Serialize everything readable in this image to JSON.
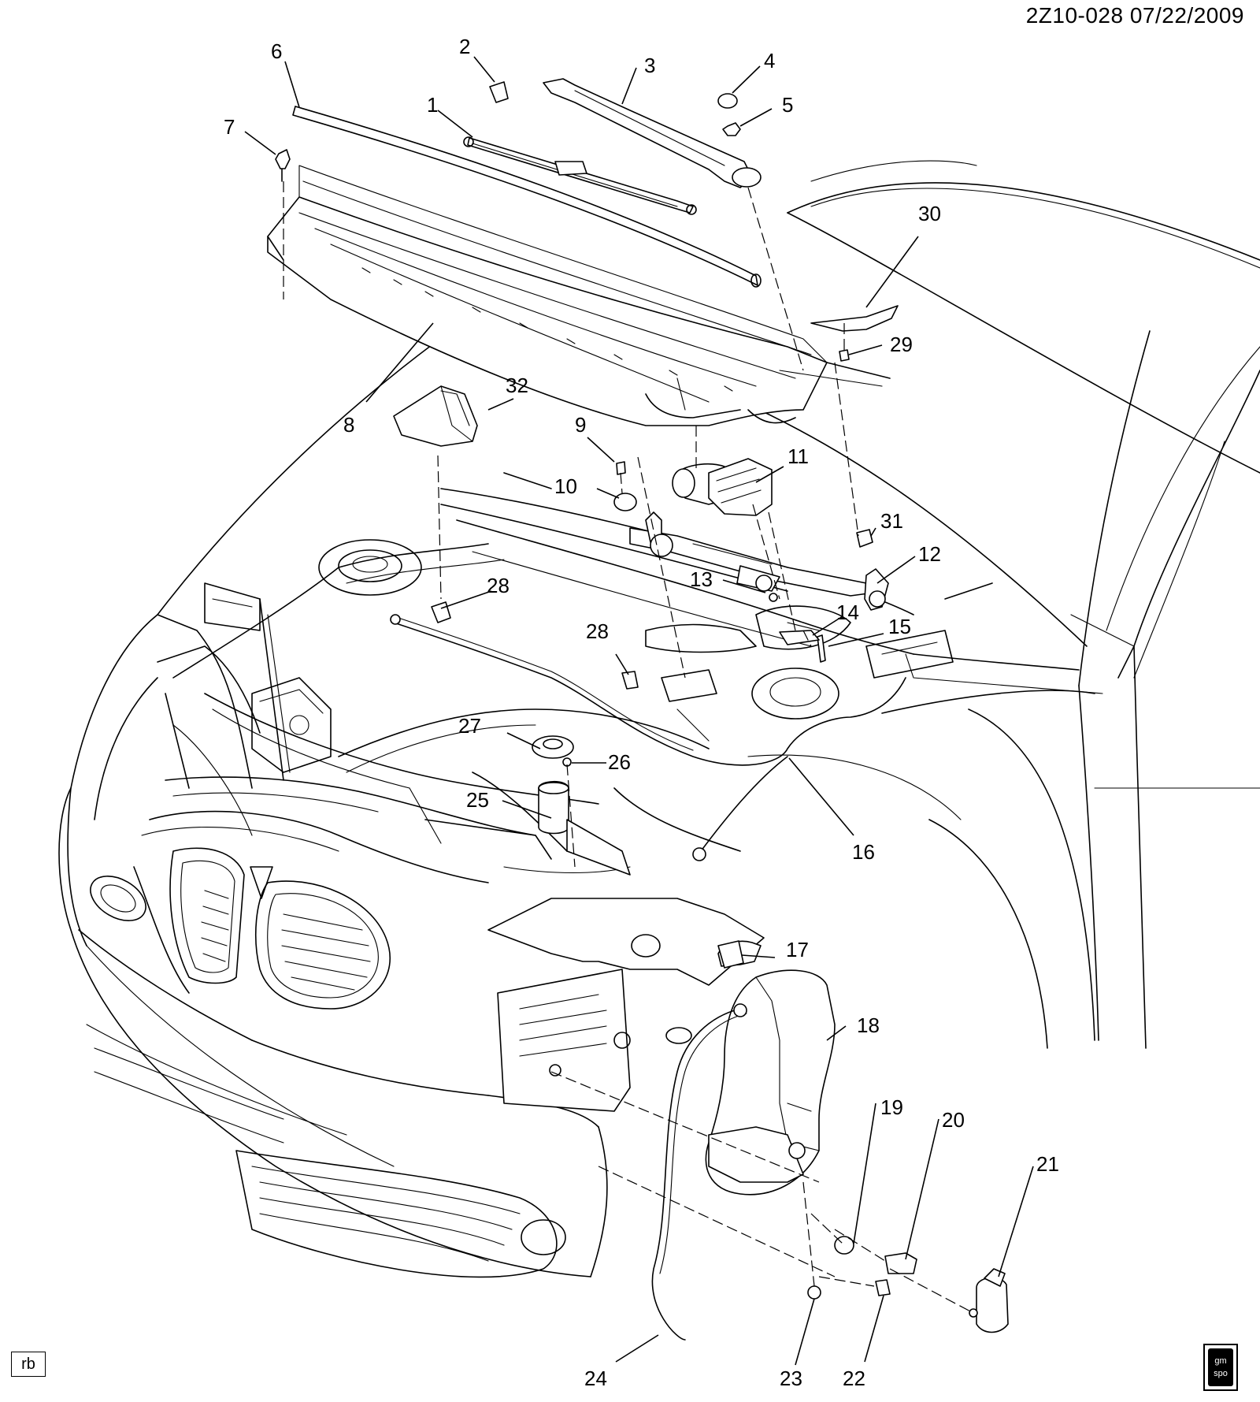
{
  "header": {
    "code": "2Z10-028  07/22/2009"
  },
  "footer": {
    "initials": "rb",
    "logo_text_top": "gm",
    "logo_text_bottom": "spo"
  },
  "callouts": [
    {
      "id": "1",
      "label": "1"
    },
    {
      "id": "2",
      "label": "2"
    },
    {
      "id": "3",
      "label": "3"
    },
    {
      "id": "4",
      "label": "4"
    },
    {
      "id": "5",
      "label": "5"
    },
    {
      "id": "6",
      "label": "6"
    },
    {
      "id": "7",
      "label": "7"
    },
    {
      "id": "8",
      "label": "8"
    },
    {
      "id": "9",
      "label": "9"
    },
    {
      "id": "10",
      "label": "10"
    },
    {
      "id": "11",
      "label": "11"
    },
    {
      "id": "12",
      "label": "12"
    },
    {
      "id": "13",
      "label": "13"
    },
    {
      "id": "14",
      "label": "14"
    },
    {
      "id": "15",
      "label": "15"
    },
    {
      "id": "16",
      "label": "16"
    },
    {
      "id": "17",
      "label": "17"
    },
    {
      "id": "18",
      "label": "18"
    },
    {
      "id": "19",
      "label": "19"
    },
    {
      "id": "20",
      "label": "20"
    },
    {
      "id": "21",
      "label": "21"
    },
    {
      "id": "22",
      "label": "22"
    },
    {
      "id": "23",
      "label": "23"
    },
    {
      "id": "24",
      "label": "24"
    },
    {
      "id": "25",
      "label": "25"
    },
    {
      "id": "26",
      "label": "26"
    },
    {
      "id": "27",
      "label": "27"
    },
    {
      "id": "28a",
      "label": "28"
    },
    {
      "id": "28b",
      "label": "28"
    },
    {
      "id": "29",
      "label": "29"
    },
    {
      "id": "30",
      "label": "30"
    },
    {
      "id": "31",
      "label": "31"
    },
    {
      "id": "32",
      "label": "32"
    }
  ]
}
